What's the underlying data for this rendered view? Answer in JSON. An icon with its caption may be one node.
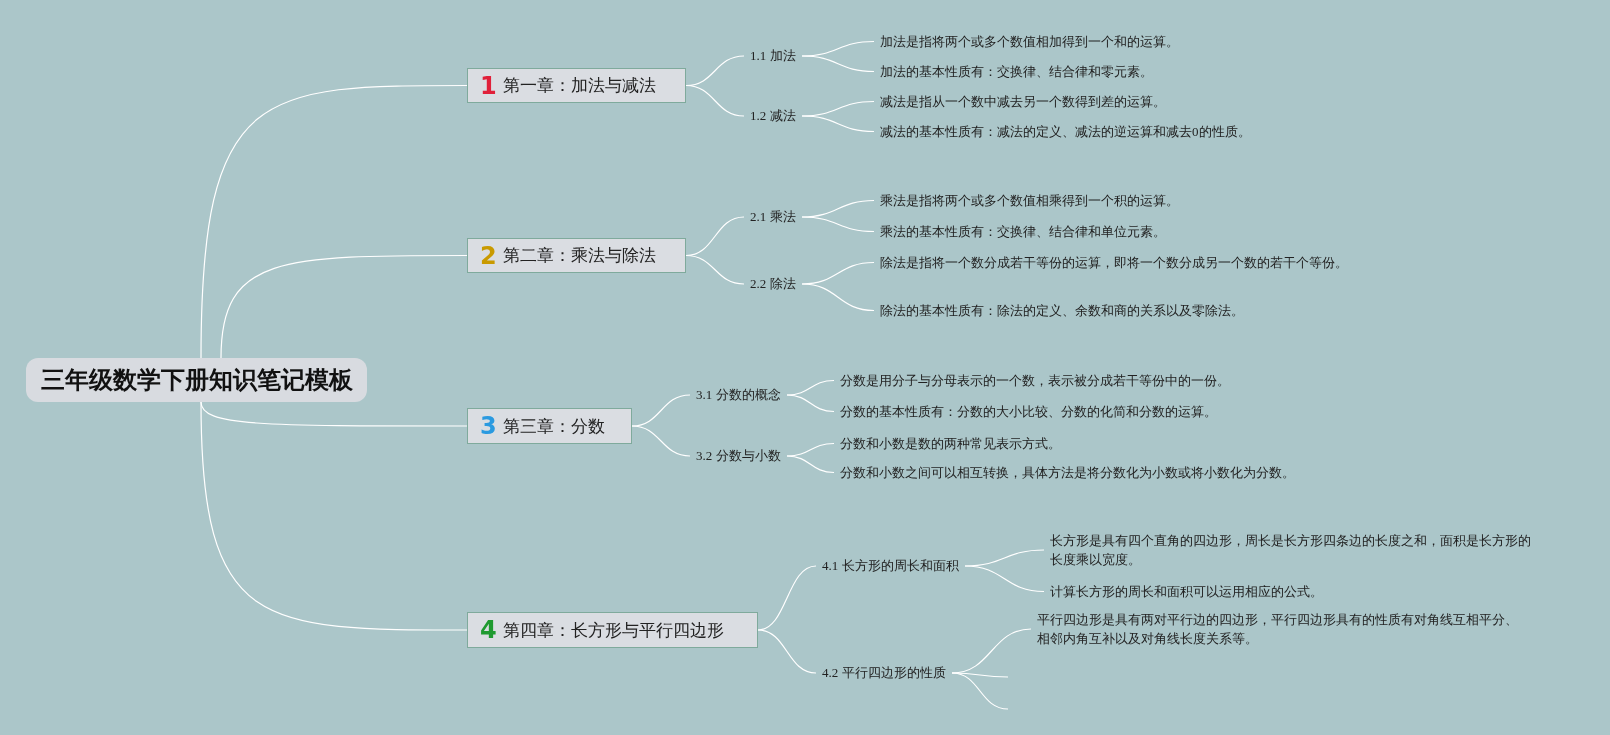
{
  "diagram": {
    "nodes": [
      {
        "text": [
          "三年级数学下册知识笔记模板"
        ]
      },
      {
        "text": [
          "1",
          "第一章：加法与减法"
        ]
      },
      {
        "text": [
          "1.1 加法"
        ]
      },
      {
        "text": [
          "加法是指将两个或多个数值相加得到一个和的运算。"
        ]
      },
      {
        "text": [
          "加法的基本性质有：交换律、结合律和零元素。"
        ]
      },
      {
        "text": [
          "1.2 减法"
        ]
      },
      {
        "text": [
          "减法是指从一个数中减去另一个数得到差的运算。"
        ]
      },
      {
        "text": [
          "减法的基本性质有：减法的定义、减法的逆运算和减去0的性质。"
        ]
      },
      {
        "text": [
          "2",
          "第二章：乘法与除法"
        ]
      },
      {
        "text": [
          "2.1 乘法"
        ]
      },
      {
        "text": [
          "乘法是指将两个或多个数值相乘得到一个积的运算。"
        ]
      },
      {
        "text": [
          "乘法的基本性质有：交换律、结合律和单位元素。"
        ]
      },
      {
        "text": [
          "2.2 除法"
        ]
      },
      {
        "text": [
          "除法是指将一个数分成若干等份的运算，即将一个数分成另一个数的若干个等份。"
        ]
      },
      {
        "text": [
          "除法的基本性质有：除法的定义、余数和商的关系以及零除法。"
        ]
      },
      {
        "text": [
          "3",
          "第三章：分数"
        ]
      },
      {
        "text": [
          "3.1 分数的概念"
        ]
      },
      {
        "text": [
          "分数是用分子与分母表示的一个数，表示被分成若干等份中的一份。"
        ]
      },
      {
        "text": [
          "分数的基本性质有：分数的大小比较、分数的化简和分数的运算。"
        ]
      },
      {
        "text": [
          "3.2 分数与小数"
        ]
      },
      {
        "text": [
          "分数和小数是数的两种常见表示方式。"
        ]
      },
      {
        "text": [
          "分数和小数之间可以相互转换，具体方法是将分数化为小数或将小数化为分数。"
        ]
      },
      {
        "text": [
          "4",
          "第四章：长方形与平行四边形"
        ]
      },
      {
        "text": [
          "4.1 长方形的周长和面积"
        ]
      },
      {
        "text": [
          "长方形是具有四个直角的四边形，周长是长方形四条边的长度之和，面积是长方形的长度乘以宽度。"
        ]
      },
      {
        "text": [
          "计算长方形的周长和面积可以运用相应的公式。"
        ]
      },
      {
        "text": [
          "4.2 平行四边形的性质"
        ]
      },
      {
        "text": [
          "平行四边形是具有两对平行边的四边形，平行四边形具有的性质有对角线互相平分、相邻内角互补以及对角线长度关系等。"
        ]
      }
    ],
    "edges": [
      {
        "from": 0,
        "to": 1,
        "arrow": "none"
      },
      {
        "from": 0,
        "to": 8,
        "arrow": "none"
      },
      {
        "from": 0,
        "to": 15,
        "arrow": "none"
      },
      {
        "from": 0,
        "to": 22,
        "arrow": "none"
      },
      {
        "from": 1,
        "to": 2,
        "arrow": "none"
      },
      {
        "from": 1,
        "to": 5,
        "arrow": "none"
      },
      {
        "from": 2,
        "to": 3,
        "arrow": "none"
      },
      {
        "from": 2,
        "to": 4,
        "arrow": "none"
      },
      {
        "from": 5,
        "to": 6,
        "arrow": "none"
      },
      {
        "from": 5,
        "to": 7,
        "arrow": "none"
      },
      {
        "from": 8,
        "to": 9,
        "arrow": "none"
      },
      {
        "from": 8,
        "to": 12,
        "arrow": "none"
      },
      {
        "from": 9,
        "to": 10,
        "arrow": "none"
      },
      {
        "from": 9,
        "to": 11,
        "arrow": "none"
      },
      {
        "from": 12,
        "to": 13,
        "arrow": "none"
      },
      {
        "from": 12,
        "to": 14,
        "arrow": "none"
      },
      {
        "from": 15,
        "to": 16,
        "arrow": "none"
      },
      {
        "from": 15,
        "to": 19,
        "arrow": "none"
      },
      {
        "from": 16,
        "to": 17,
        "arrow": "none"
      },
      {
        "from": 16,
        "to": 18,
        "arrow": "none"
      },
      {
        "from": 19,
        "to": 20,
        "arrow": "none"
      },
      {
        "from": 19,
        "to": 21,
        "arrow": "none"
      },
      {
        "from": 22,
        "to": 23,
        "arrow": "none"
      },
      {
        "from": 22,
        "to": 26,
        "arrow": "none"
      },
      {
        "from": 23,
        "to": 24,
        "arrow": "none"
      },
      {
        "from": 23,
        "to": 25,
        "arrow": "none"
      },
      {
        "from": 26,
        "to": 27,
        "arrow": "none"
      },
      {
        "from": 26,
        "to": null,
        "arrow": "none"
      },
      {
        "from": 26,
        "to": null,
        "arrow": "none"
      }
    ]
  }
}
